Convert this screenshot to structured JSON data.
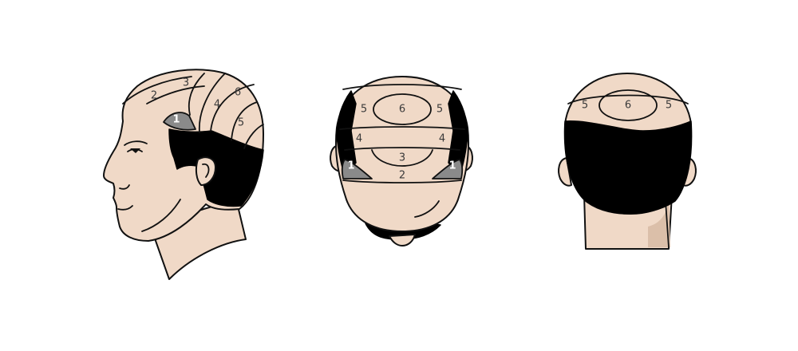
{
  "views": {
    "side": {
      "zones": [
        "1",
        "2",
        "3",
        "4",
        "5",
        "6"
      ]
    },
    "top": {
      "zones": [
        "5",
        "6",
        "5",
        "4",
        "4",
        "3",
        "2",
        "1",
        "1"
      ]
    },
    "back": {
      "zones": [
        "5",
        "6",
        "5"
      ]
    }
  },
  "colors": {
    "skin": "#f0d9c7",
    "skin_shadow": "#dbbfa9",
    "hair": "#000000",
    "zone_1": "#8a8a8a",
    "outline": "#111111",
    "label": "#3a3a3a"
  }
}
